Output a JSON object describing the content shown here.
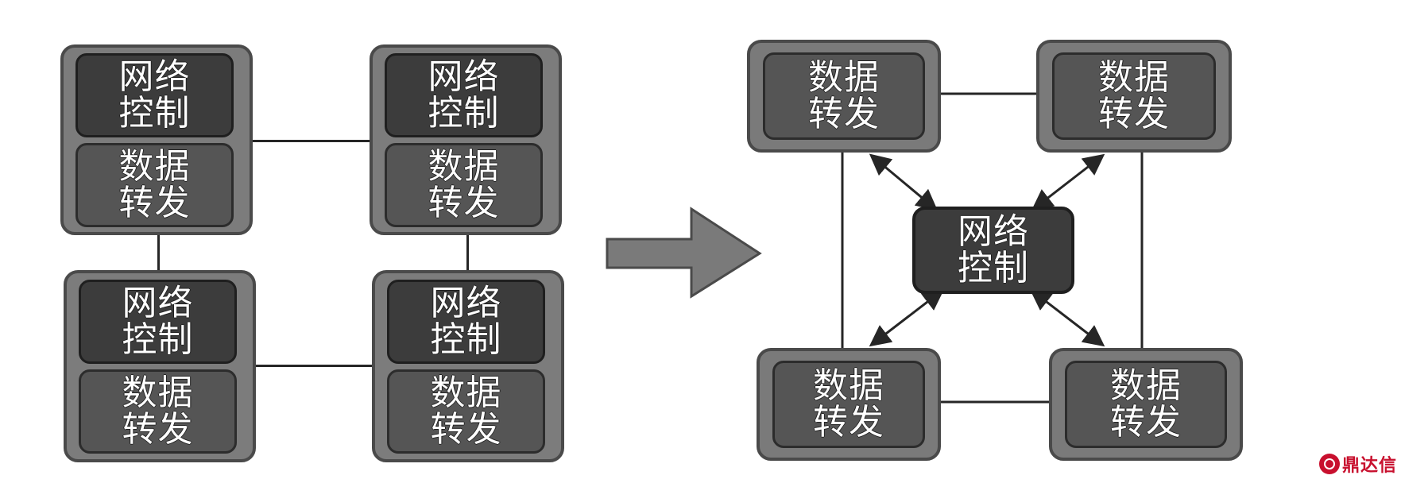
{
  "left_nodes": [
    {
      "control": [
        "网络",
        "控制"
      ],
      "forward": [
        "数据",
        "转发"
      ]
    },
    {
      "control": [
        "网络",
        "控制"
      ],
      "forward": [
        "数据",
        "转发"
      ]
    },
    {
      "control": [
        "网络",
        "控制"
      ],
      "forward": [
        "数据",
        "转发"
      ]
    },
    {
      "control": [
        "网络",
        "控制"
      ],
      "forward": [
        "数据",
        "转发"
      ]
    }
  ],
  "right_controller": [
    "网络",
    "控制"
  ],
  "right_nodes": [
    [
      "数据",
      "转发"
    ],
    [
      "数据",
      "转发"
    ],
    [
      "数据",
      "转发"
    ],
    [
      "数据",
      "转发"
    ]
  ],
  "watermark": "鼎达信",
  "colors": {
    "control_fill": "#3c3c3c",
    "forward_fill": "#555555",
    "shell_fill": "#7c7c7c",
    "arrow_fill": "#7a7a7a",
    "logo": "#c8102e"
  }
}
